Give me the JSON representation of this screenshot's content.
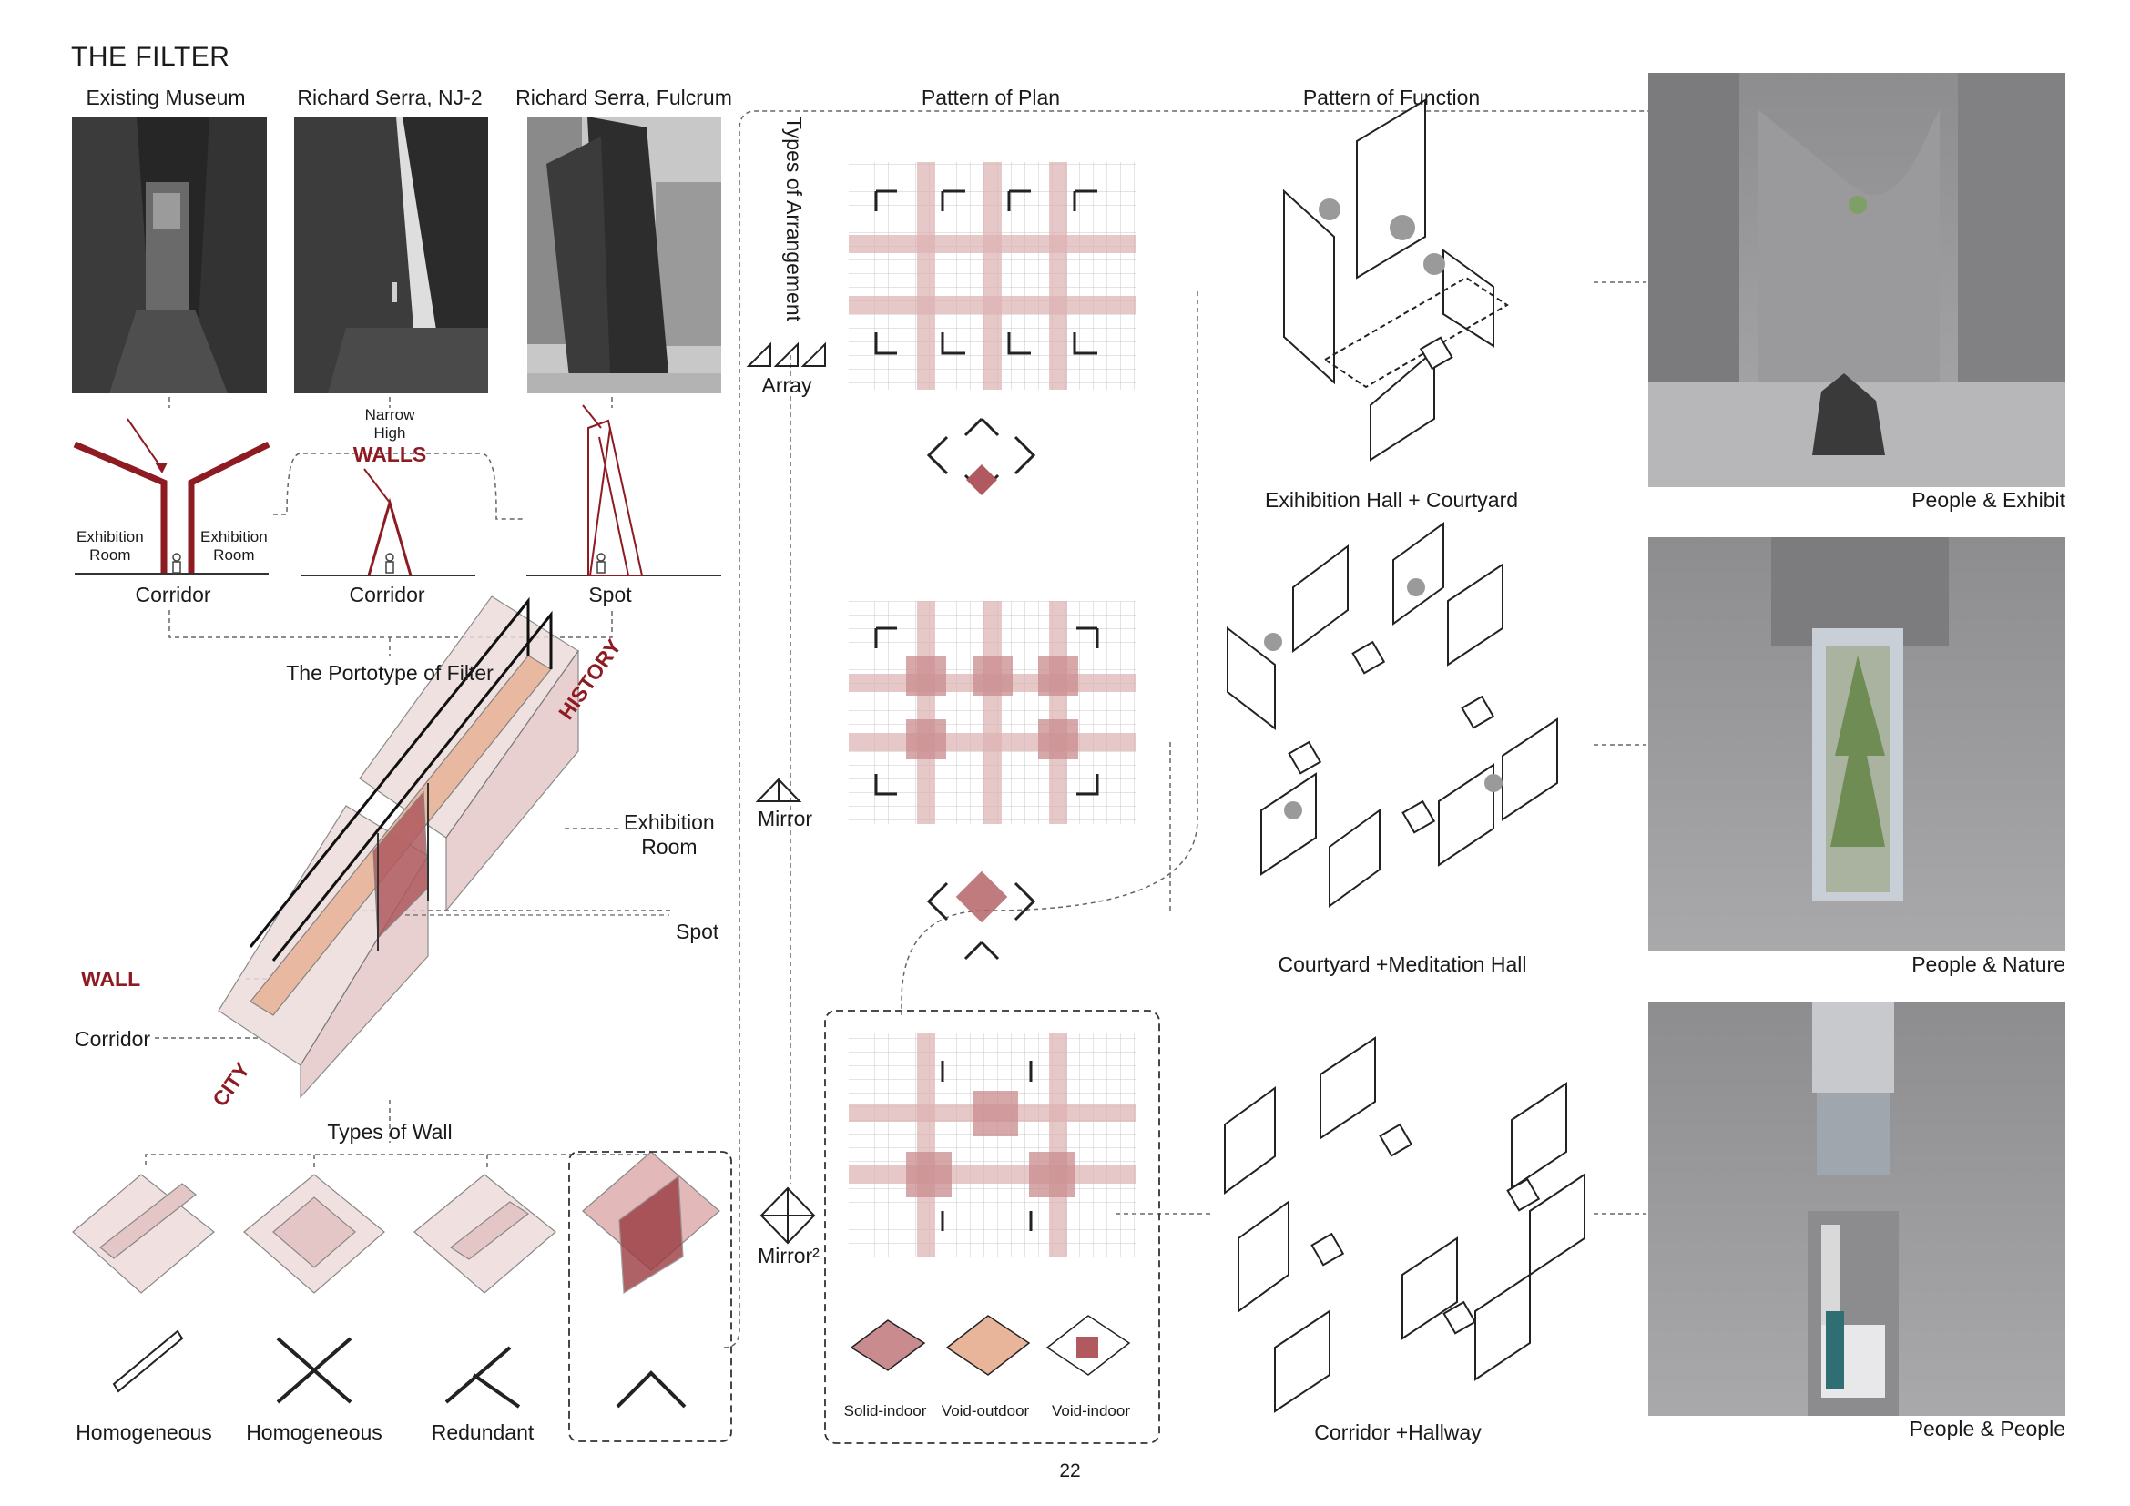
{
  "page": {
    "title": "THE FILTER",
    "page_number": "22"
  },
  "references": [
    {
      "caption": "Existing Museum"
    },
    {
      "caption": "Richard Serra, NJ-2"
    },
    {
      "caption": "Richard Serra, Fulcrum"
    }
  ],
  "sections": [
    {
      "caption": "Corridor",
      "left_label": "Exhibition\nRoom",
      "right_label": "Exhibition\nRoom"
    },
    {
      "caption": "Corridor",
      "note_small": "Narrow\nHigh",
      "note_red": "WALLS"
    },
    {
      "caption": "Spot"
    }
  ],
  "prototype": {
    "title": "The Portotype of Filter",
    "history": "HISTORY",
    "city": "CITY",
    "wall": "WALL",
    "corridor": "Corridor",
    "exhibition_room": "Exhibition\nRoom",
    "spot": "Spot"
  },
  "wall_types": {
    "title": "Types of Wall",
    "items": [
      "Homogeneous",
      "Homogeneous",
      "Redundant",
      ""
    ]
  },
  "arrangement": {
    "title": "Types of Arrangement",
    "items": [
      "Array",
      "Mirror",
      "Mirror²"
    ]
  },
  "plan": {
    "title": "Pattern of Plan",
    "legend": [
      "Solid-indoor",
      "Void-outdoor",
      "Void-indoor"
    ]
  },
  "function": {
    "title": "Pattern of Function",
    "items": [
      "Exihibition Hall + Courtyard",
      "Courtyard +Meditation Hall",
      "Corridor +Hallway"
    ]
  },
  "renders": {
    "captions": [
      "People & Exhibit",
      "People & Nature",
      "People & People"
    ]
  },
  "colors": {
    "accent_red": "#8e1b22",
    "pink_fill": "#e4c3c4",
    "tan_fill": "#e7b79c"
  }
}
